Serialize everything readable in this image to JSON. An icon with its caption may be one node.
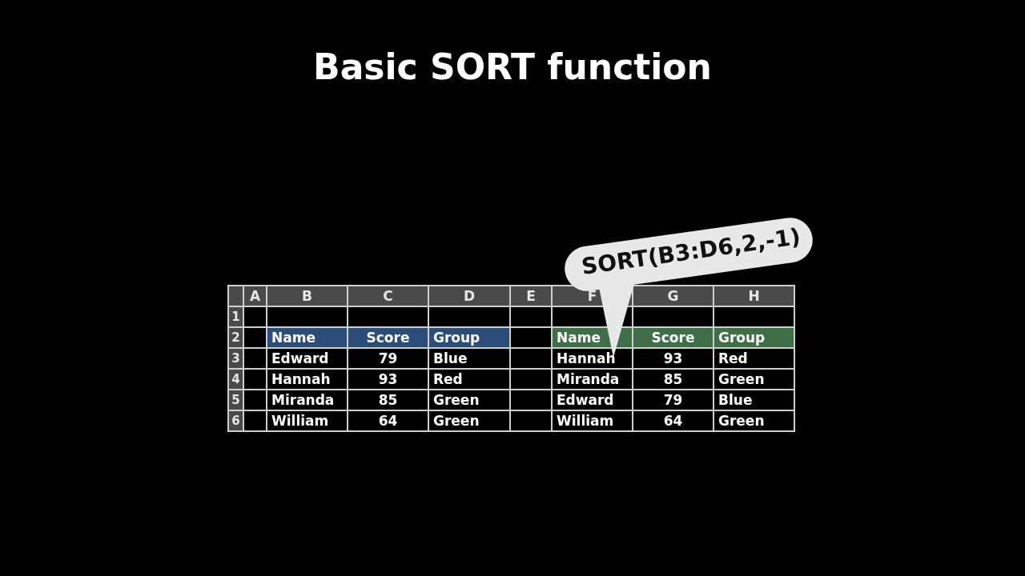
{
  "diagram": {
    "title": "Basic SORT function",
    "nodes": [
      {
        "text": [
          "SORT(B3:D6,2,-1)"
        ]
      }
    ],
    "labels": [
      "A",
      "B",
      "C",
      "D",
      "E",
      "F",
      "G",
      "H",
      "1",
      "2",
      "Name",
      "Score",
      "Group",
      "Name",
      "Score",
      "Group",
      "3",
      "Edward",
      "79",
      "Blue",
      "Hannah",
      "93",
      "Red",
      "4",
      "Hannah",
      "93",
      "Red",
      "Miranda",
      "85",
      "Green",
      "5",
      "Miranda",
      "85",
      "Green",
      "Edward",
      "79",
      "Blue",
      "6",
      "William",
      "64",
      "Green",
      "William",
      "64",
      "Green"
    ]
  }
}
